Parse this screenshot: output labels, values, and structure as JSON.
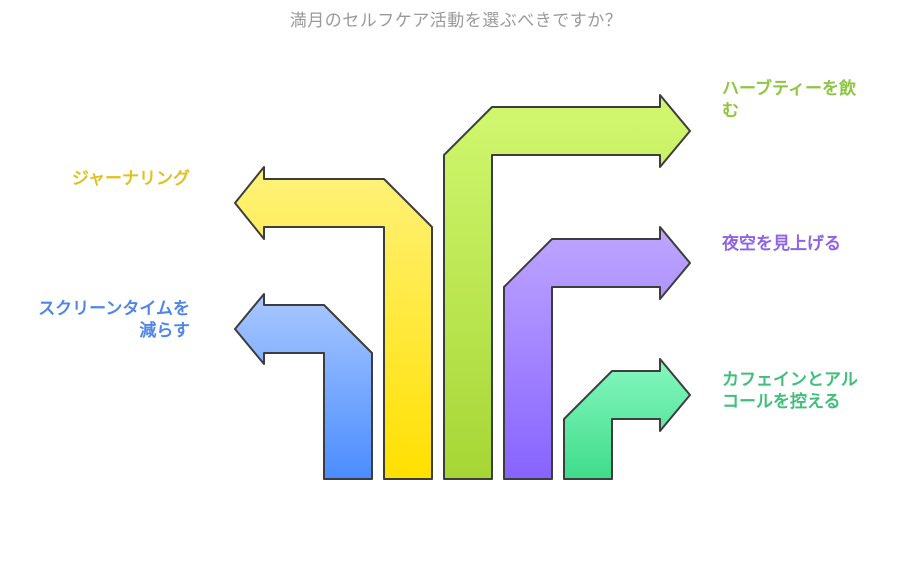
{
  "title": "満月のセルフケア活動を選ぶべきですか？",
  "options": [
    {
      "id": "screen",
      "label": "スクリーンタイムを減らす",
      "color": "#4f86e8"
    },
    {
      "id": "journal",
      "label": "ジャーナリング",
      "color": "#e0c21a"
    },
    {
      "id": "tea",
      "label": "ハーブティーを飲む",
      "color": "#8dc63f"
    },
    {
      "id": "stars",
      "label": "夜空を見上げる",
      "color": "#8d63e8"
    },
    {
      "id": "caffeine",
      "label": "カフェインとアルコールを控える",
      "color": "#3fbf7a"
    }
  ]
}
